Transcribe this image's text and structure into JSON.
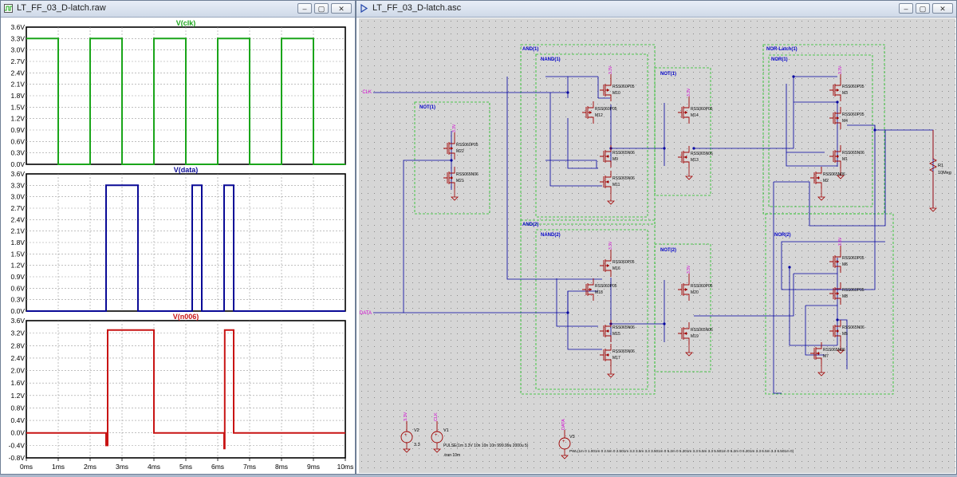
{
  "colors": {
    "clk": "#1aa51a",
    "data": "#0a0a96",
    "n006": "#c81414",
    "plot_bg": "#000000",
    "label_blue": "#0000c8",
    "magenta": "#d000d0",
    "group_green": "#20c020"
  },
  "waveform_window": {
    "title": "LT_FF_03_D-latch.raw",
    "icon": "waveform-icon",
    "buttons": {
      "minimize": "minimize-icon",
      "maximize": "maximize-icon",
      "close": "close-icon"
    }
  },
  "schematic_window": {
    "title": "LT_FF_03_D-latch.asc",
    "icon": "schematic-icon",
    "buttons": {
      "minimize": "minimize-icon",
      "maximize": "maximize-icon",
      "close": "close-icon"
    }
  },
  "chart_data": [
    {
      "type": "line",
      "title": "V(clk)",
      "y_ticks": [
        "3.6V",
        "3.3V",
        "3.0V",
        "2.7V",
        "2.4V",
        "2.1V",
        "1.8V",
        "1.5V",
        "1.2V",
        "0.9V",
        "0.6V",
        "0.3V",
        "0.0V"
      ],
      "ylim": [
        0,
        3.6
      ],
      "grid": true,
      "series": [
        {
          "name": "V(clk)",
          "x_ms": [
            0,
            1,
            1,
            2,
            2,
            3,
            3,
            4,
            4,
            5,
            5,
            6,
            6,
            7,
            7,
            8,
            8,
            9,
            9,
            10
          ],
          "y": [
            3.3,
            3.3,
            0,
            0,
            3.3,
            3.3,
            0,
            0,
            3.3,
            3.3,
            0,
            0,
            3.3,
            3.3,
            0,
            0,
            3.3,
            3.3,
            0,
            0
          ]
        }
      ]
    },
    {
      "type": "line",
      "title": "V(data)",
      "y_ticks": [
        "3.6V",
        "3.3V",
        "3.0V",
        "2.7V",
        "2.4V",
        "2.1V",
        "1.8V",
        "1.5V",
        "1.2V",
        "0.9V",
        "0.6V",
        "0.3V",
        "0.0V"
      ],
      "ylim": [
        0,
        3.6
      ],
      "grid": true,
      "series": [
        {
          "name": "V(data)",
          "x_ms": [
            0,
            2.5,
            2.5,
            3.5,
            3.5,
            5.2,
            5.2,
            5.5,
            5.5,
            6.2,
            6.2,
            6.5,
            6.5,
            10
          ],
          "y": [
            0,
            0,
            3.3,
            3.3,
            0,
            0,
            3.3,
            3.3,
            0,
            0,
            3.3,
            3.3,
            0,
            0
          ]
        }
      ]
    },
    {
      "type": "line",
      "title": "V(n006)",
      "y_ticks": [
        "3.6V",
        "3.2V",
        "2.8V",
        "2.4V",
        "2.0V",
        "1.6V",
        "1.2V",
        "0.8V",
        "0.4V",
        "0.0V",
        "-0.4V",
        "-0.8V"
      ],
      "ylim": [
        -0.8,
        3.6
      ],
      "grid": true,
      "series": [
        {
          "name": "V(n006)",
          "x_ms": [
            0,
            2.5,
            2.5,
            2.55,
            2.55,
            4.0,
            4.0,
            6.2,
            6.2,
            6.22,
            6.22,
            6.5,
            6.5,
            10
          ],
          "y": [
            0,
            0,
            -0.4,
            -0.4,
            3.3,
            3.3,
            0,
            0,
            -0.5,
            -0.5,
            3.3,
            3.3,
            0,
            0
          ]
        }
      ]
    }
  ],
  "x_axis": {
    "ticks": [
      "0ms",
      "1ms",
      "2ms",
      "3ms",
      "4ms",
      "5ms",
      "6ms",
      "7ms",
      "8ms",
      "9ms",
      "10ms"
    ],
    "xlim": [
      0,
      10
    ]
  },
  "schematic": {
    "groups": {
      "and1": "AND(1)",
      "nand1": "NAND(1)",
      "not1": "NOT(1)",
      "not1b": "NOT(1)",
      "norlatch": "NOR-Latch(1)",
      "nor1": "NOR(1)",
      "and2": "AND(2)",
      "nand2": "NAND(2)",
      "not2": "NOT(2)",
      "nor2": "NOR(2)"
    },
    "transistors": {
      "m22": "M22",
      "m21": "M21",
      "m10": "M10",
      "m12": "M12",
      "m9": "M9",
      "m11": "M11",
      "m14": "M14",
      "m13": "M13",
      "m3": "M3",
      "m4": "M4",
      "m1": "M1",
      "m2": "M2",
      "m16": "M16",
      "m18": "M18",
      "m15": "M15",
      "m17": "M17",
      "m20": "M20",
      "m19": "M19",
      "m6": "M6",
      "m8": "M8",
      "m5": "M5",
      "m7": "M7"
    },
    "models": {
      "p": "RSS060P05",
      "n": "RSS065N06"
    },
    "supply": "3.3V",
    "nets": {
      "clk": "CLK",
      "data": "DATA"
    },
    "resistor": {
      "name": "R1",
      "value": "10Meg"
    },
    "sources": {
      "v2": {
        "name": "V2",
        "value": "3.3",
        "net": "3.3V"
      },
      "v1": {
        "name": "V1",
        "value": "PULSE(1m 3.3V 10n 10n 10n 999.99u 2000u 5)",
        "net": "CLK"
      },
      "v3": {
        "name": "V3",
        "value": "PWL(1m 0 1.001m 0 2.5m 0 2.501m 3.3 3.5m 3.3 3.501m 0 5.2m 0 5.201m 3.3 5.5m 3.3 5.501m 0 6.2m 0 6.201m 3.3 6.5m 3.3 6.501m 0)",
        "net": "DATA"
      }
    },
    "directive": ".tran 10m"
  }
}
